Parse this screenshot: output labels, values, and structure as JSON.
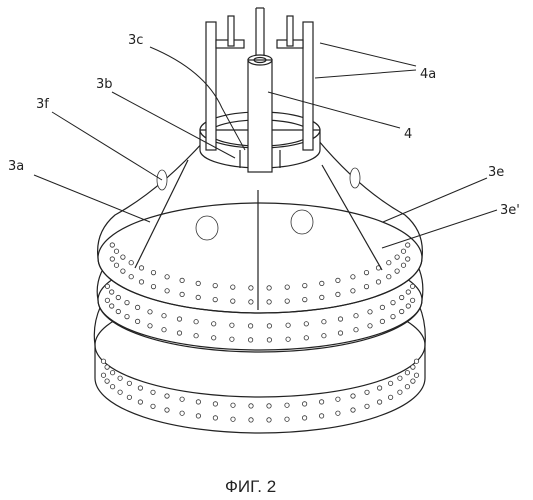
{
  "figure": {
    "caption": "ФИГ. 2",
    "labels": {
      "l3c": "3c",
      "l3b": "3b",
      "l3f": "3f",
      "l3a": "3a",
      "l4a": "4a",
      "l4": "4",
      "l3e": "3e",
      "l3e2": "3e'"
    }
  }
}
